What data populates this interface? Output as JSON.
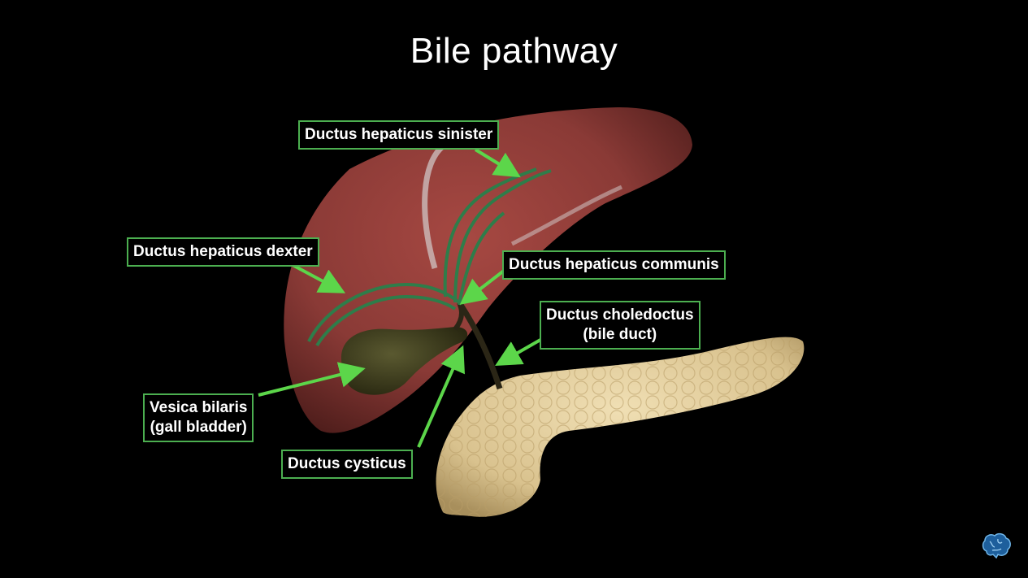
{
  "title": "Bile pathway",
  "labels": {
    "sinister": "Ductus hepaticus sinister",
    "dexter": "Ductus hepaticus dexter",
    "communis": "Ductus hepaticus communis",
    "choledoctus_line1": "Ductus choledoctus",
    "choledoctus_line2": "(bile duct)",
    "vesica_line1": "Vesica bilaris",
    "vesica_line2": "(gall bladder)",
    "cysticus": "Ductus cysticus"
  },
  "colors": {
    "background": "#000000",
    "label_border": "#4caf50",
    "arrow": "#5cd64a",
    "duct": "#2e7d4a",
    "liver": "#8a3a36",
    "pancreas": "#e3cfa0",
    "gallbladder": "#3f3e1e"
  },
  "logo_icon": "brain-icon"
}
